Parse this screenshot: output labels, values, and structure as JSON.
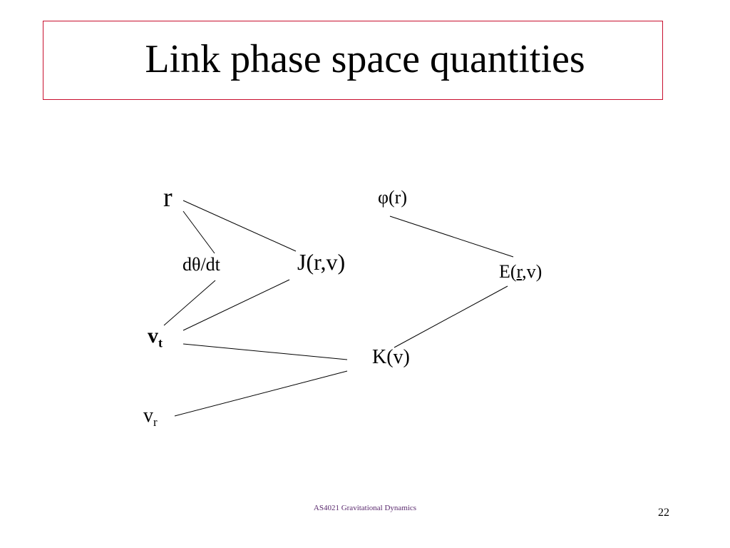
{
  "slide": {
    "title": "Link phase space quantities",
    "footer": "AS4021 Gravitational Dynamics",
    "page_number": "22",
    "border_color": "#c8102e",
    "footer_color": "#5a2a6e"
  },
  "diagram": {
    "nodes": {
      "r": "r",
      "dtheta": "dθ/dt",
      "j": "J(r,v)",
      "vt_base": "v",
      "vt_sub": "t",
      "vr_base": "v",
      "vr_sub": "r",
      "phi": "φ(r)",
      "e_prefix": "E(",
      "e_underlined": "r",
      "e_suffix": ",v)",
      "k": "K(v)"
    },
    "links": [
      {
        "from": "r",
        "to": "J(r,v)"
      },
      {
        "from": "r",
        "to": "dθ/dt"
      },
      {
        "from": "dθ/dt",
        "to": "vt"
      },
      {
        "from": "J(r,v)",
        "to": "vt"
      },
      {
        "from": "vt",
        "to": "K(v)"
      },
      {
        "from": "vr",
        "to": "K(v)"
      },
      {
        "from": "φ(r)",
        "to": "E(r,v)"
      },
      {
        "from": "E(r,v)",
        "to": "K(v)"
      }
    ]
  }
}
